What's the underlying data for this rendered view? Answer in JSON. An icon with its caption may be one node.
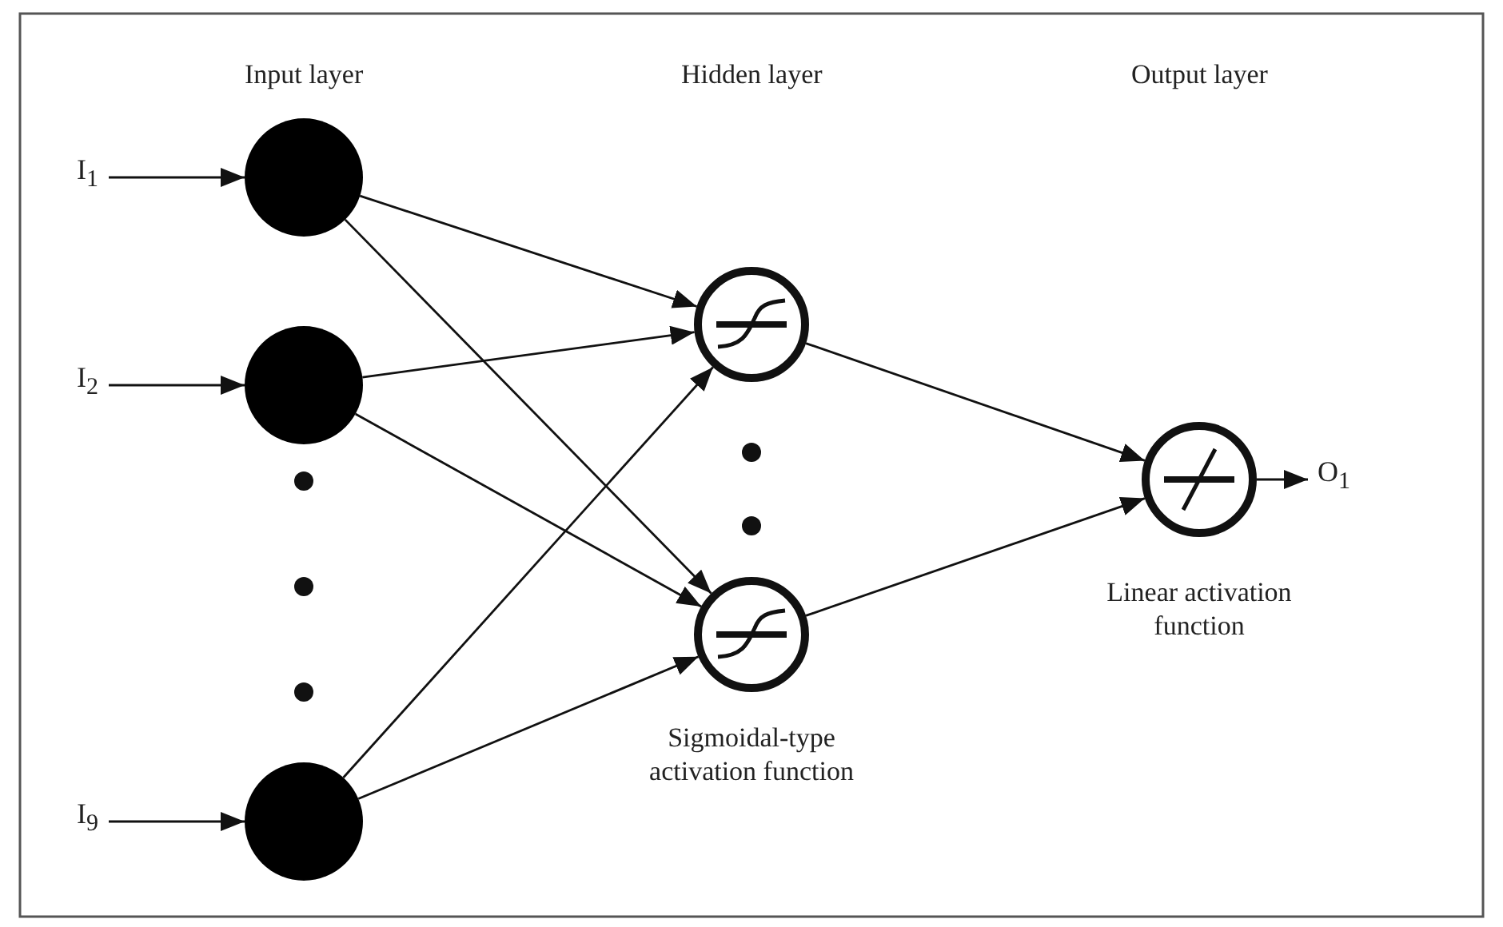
{
  "diagram": {
    "nodes": [
      {
        "text": [
          "I$_{1}$"
        ]
      },
      {
        "text": [
          "I$_{2}$"
        ]
      },
      {
        "text": [
          "I$_{9}$"
        ]
      },
      {
        "text": [],
        "shape": "circle"
      },
      {
        "text": [],
        "shape": "circle"
      },
      {
        "text": [],
        "shape": "circle"
      },
      {
        "text": [],
        "shape": "circle"
      },
      {
        "text": [],
        "shape": "circle",
        "beside": [
          "Sigmoidal-type activation function"
        ]
      },
      {
        "text": [],
        "shape": "circle",
        "beside": [
          "Linear activation function"
        ]
      },
      {
        "text": [
          "O$_{1}$"
        ]
      }
    ],
    "edges": [
      {
        "from": 0,
        "to": 3,
        "arrow": "to"
      },
      {
        "from": 1,
        "to": 4,
        "arrow": "to"
      },
      {
        "from": 2,
        "to": 5,
        "arrow": "to"
      },
      {
        "from": 3,
        "to": 6,
        "arrow": "to"
      },
      {
        "from": 3,
        "to": 7,
        "arrow": "to"
      },
      {
        "from": 4,
        "to": 6,
        "arrow": "to"
      },
      {
        "from": 4,
        "to": 7,
        "arrow": "to"
      },
      {
        "from": 5,
        "to": 6,
        "arrow": "to"
      },
      {
        "from": 5,
        "to": 7,
        "arrow": "to"
      },
      {
        "from": 6,
        "to": 8,
        "arrow": "to"
      },
      {
        "from": 7,
        "to": 8,
        "arrow": "to"
      },
      {
        "from": 8,
        "to": 9,
        "arrow": "to"
      }
    ],
    "labels": [
      "Input layer",
      "Hidden layer",
      "Output layer"
    ]
  }
}
